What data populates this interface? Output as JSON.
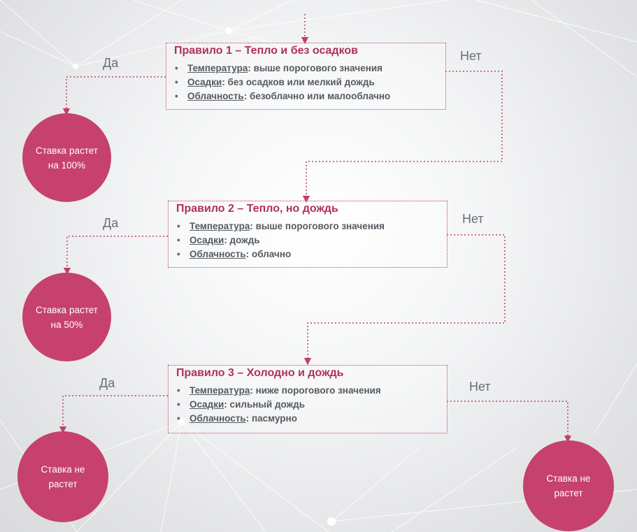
{
  "rules": [
    {
      "title": "Правило 1 – Тепло и без осадков",
      "items": [
        {
          "key": "Температура",
          "value": ": выше порогового значения"
        },
        {
          "key": "Осадки",
          "value": ": без осадков или мелкий дождь"
        },
        {
          "key": "Облачность",
          "value": ": безоблачно или малооблачно"
        }
      ]
    },
    {
      "title": "Правило 2 – Тепло, но дождь",
      "items": [
        {
          "key": "Температура",
          "value": ": выше порогового значения"
        },
        {
          "key": "Осадки",
          "value": ": дождь"
        },
        {
          "key": "Облачность",
          "value": ": облачно"
        }
      ]
    },
    {
      "title": "Правило 3 – Холодно и дождь",
      "items": [
        {
          "key": "Температура",
          "value": ": ниже порогового  значения"
        },
        {
          "key": "Осадки",
          "value": ": сильный дождь"
        },
        {
          "key": "Облачность",
          "value": ": пасмурно"
        }
      ]
    }
  ],
  "outcomes": {
    "o1": "Ставка растет на 100%",
    "o2": "Ставка растет на 50%",
    "o3": "Ставка не растет",
    "o4": "Ставка не растет"
  },
  "labels": {
    "yes": "Да",
    "no": "Нет"
  },
  "colors": {
    "accent": "#c6416d",
    "connector": "#c0406a"
  }
}
